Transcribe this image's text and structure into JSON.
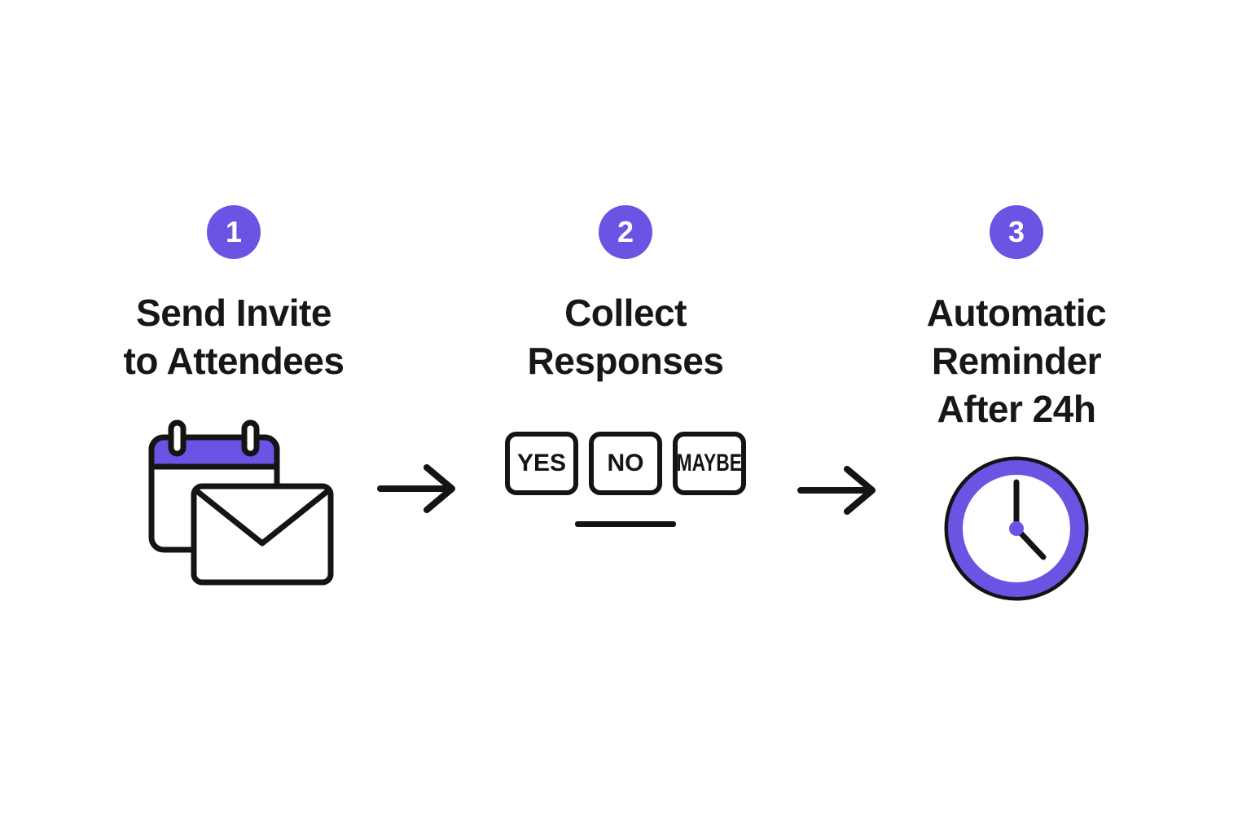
{
  "diagram": {
    "colors": {
      "background": "#ffffff",
      "accent_purple": "#6a54e4",
      "ink_black": "#141414",
      "title_color": "#17171a",
      "number_text": "#ffffff"
    },
    "steps": [
      {
        "number": "1",
        "title_lines": [
          "Send Invite",
          "to Attendees"
        ],
        "icon": "calendar-envelope-icon"
      },
      {
        "number": "2",
        "title_lines": [
          "Collect",
          "Responses"
        ],
        "icon": "response-options-icon",
        "responses": [
          "YES",
          "NO",
          "MAYBE"
        ]
      },
      {
        "number": "3",
        "title_lines": [
          "Automatic",
          "Reminder",
          "After 24h"
        ],
        "icon": "clock-icon"
      }
    ],
    "connector_icon": "right-arrow-icon"
  }
}
